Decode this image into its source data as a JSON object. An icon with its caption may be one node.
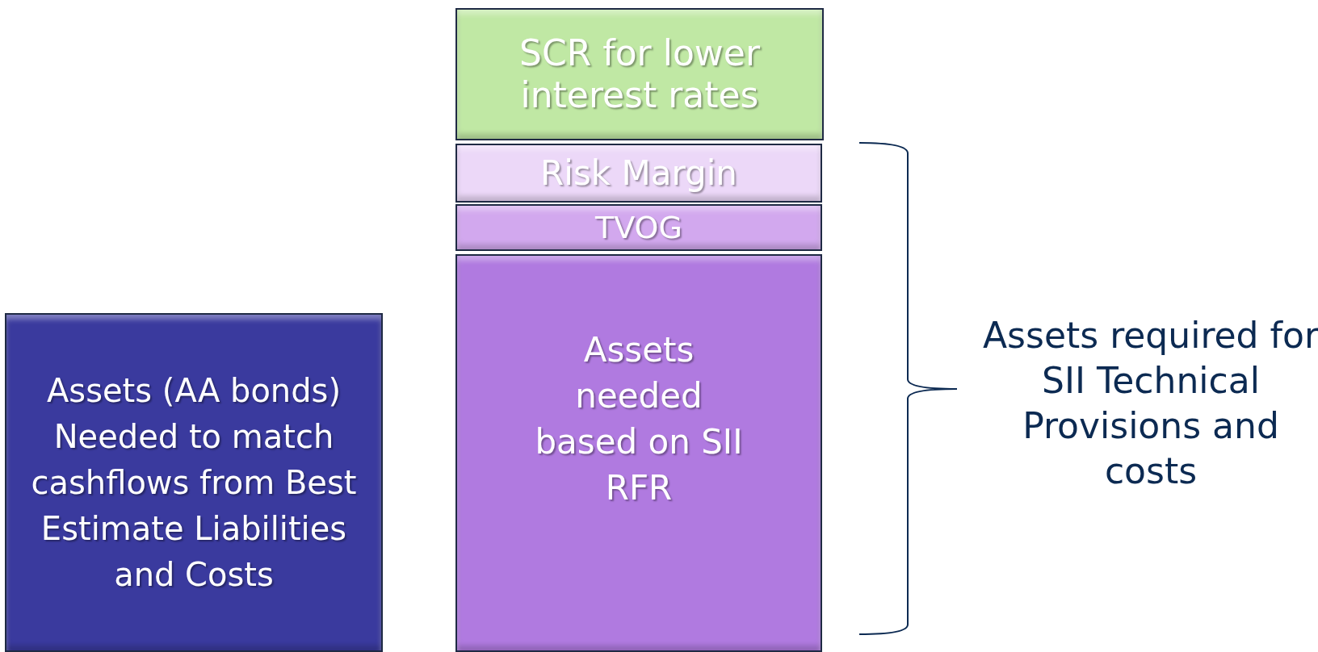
{
  "diagram": {
    "nodes": [
      {
        "text": [
          "Assets (AA bonds) Needed to match cashflows from Best Estimate Liabilities and Costs"
        ]
      },
      {
        "text": [
          "SCR for lower interest rates"
        ]
      },
      {
        "text": [
          "Risk Margin"
        ]
      },
      {
        "text": [
          "TVOG"
        ]
      },
      {
        "text": [
          "Assets needed based on SII RFR"
        ]
      }
    ],
    "labels": [
      "Assets required for SII Technical Provisions and costs"
    ]
  }
}
